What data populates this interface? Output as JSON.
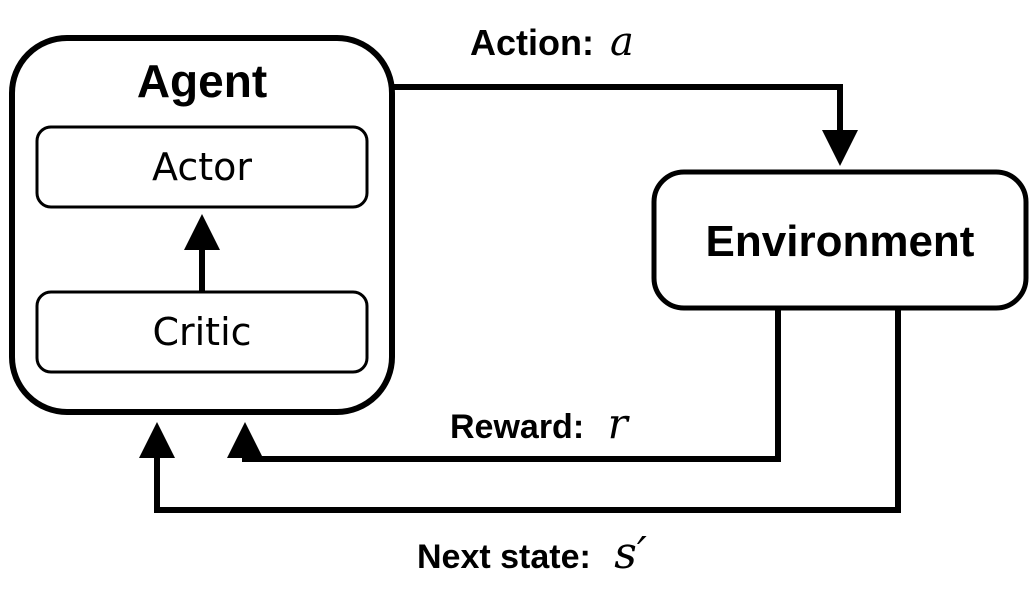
{
  "agent": {
    "title": "Agent",
    "actor_label": "Actor",
    "critic_label": "Critic"
  },
  "environment": {
    "title": "Environment"
  },
  "signals": {
    "action": {
      "label": "Action:",
      "symbol": "a"
    },
    "reward": {
      "label": "Reward:",
      "symbol": "r"
    },
    "next_state": {
      "label": "Next state:",
      "symbol": "s′"
    }
  }
}
